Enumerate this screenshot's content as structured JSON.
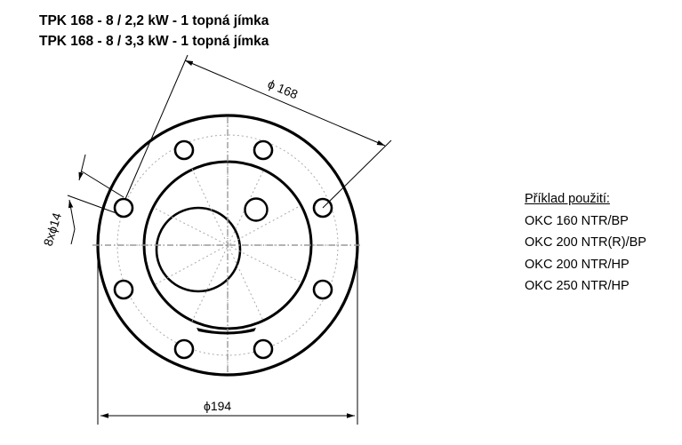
{
  "titles": [
    "TPK 168 - 8 / 2,2 kW - 1 topná jímka",
    "TPK 168 - 8 / 3,3 kW - 1 topná jímka"
  ],
  "dimensions": {
    "bolt_circle": "ϕ 168",
    "outer_diameter": "ϕ194",
    "holes": "8xϕ14"
  },
  "usage": {
    "heading": "Příklad použití:",
    "items": [
      "OKC 160 NTR/BP",
      "OKC 200 NTR(R)/BP",
      "OKC 200 NTR/HP",
      "OKC 250 NTR/HP"
    ]
  },
  "colors": {
    "line": "#000000",
    "centerline": "#999999"
  }
}
